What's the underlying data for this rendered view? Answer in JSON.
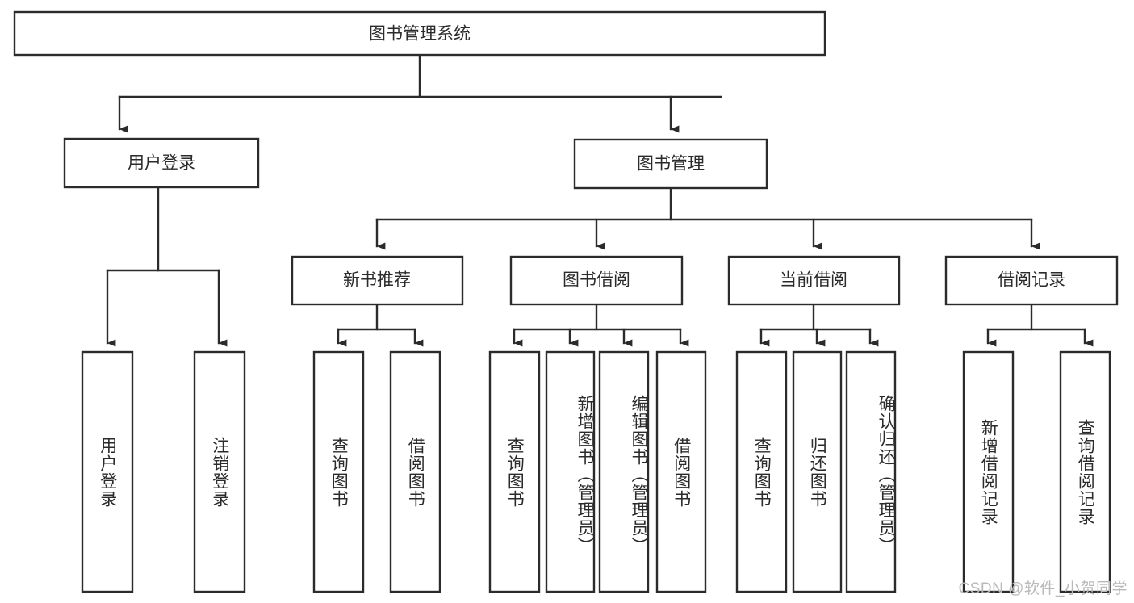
{
  "diagram": {
    "title": "图书管理系统",
    "type": "tree-hierarchy-diagram",
    "colors": {
      "stroke": "#2b2b2b",
      "fill": "#ffffff",
      "background": "#ffffff",
      "watermark": "#b9b9b9"
    },
    "root": {
      "id": "root",
      "label": "图书管理系统",
      "orientation": "horizontal"
    },
    "level1": [
      {
        "id": "user-login",
        "label": "用户登录",
        "orientation": "horizontal"
      },
      {
        "id": "book-management",
        "label": "图书管理",
        "orientation": "horizontal"
      }
    ],
    "level2": [
      {
        "id": "new-book-recommend",
        "label": "新书推荐",
        "parent": "book-management",
        "orientation": "horizontal"
      },
      {
        "id": "book-borrow",
        "label": "图书借阅",
        "parent": "book-management",
        "orientation": "horizontal"
      },
      {
        "id": "current-borrow",
        "label": "当前借阅",
        "parent": "book-management",
        "orientation": "horizontal"
      },
      {
        "id": "borrow-record",
        "label": "借阅记录",
        "parent": "book-management",
        "orientation": "horizontal"
      }
    ],
    "leaves": [
      {
        "id": "leaf-user-login",
        "label": "用户登录",
        "parent": "user-login",
        "orientation": "vertical"
      },
      {
        "id": "leaf-logout-login",
        "label": "注销登录",
        "parent": "user-login",
        "orientation": "vertical"
      },
      {
        "id": "leaf-query-book-1",
        "label": "查询图书",
        "parent": "new-book-recommend",
        "orientation": "vertical"
      },
      {
        "id": "leaf-borrow-book-1",
        "label": "借阅图书",
        "parent": "new-book-recommend",
        "orientation": "vertical"
      },
      {
        "id": "leaf-query-book-2",
        "label": "查询图书",
        "parent": "book-borrow",
        "orientation": "vertical"
      },
      {
        "id": "leaf-add-book",
        "label": "新增图书（管理员）",
        "parent": "book-borrow",
        "orientation": "vertical"
      },
      {
        "id": "leaf-edit-book",
        "label": "编辑图书（管理员）",
        "parent": "book-borrow",
        "orientation": "vertical"
      },
      {
        "id": "leaf-borrow-book-2",
        "label": "借阅图书",
        "parent": "book-borrow",
        "orientation": "vertical"
      },
      {
        "id": "leaf-query-book-3",
        "label": "查询图书",
        "parent": "current-borrow",
        "orientation": "vertical"
      },
      {
        "id": "leaf-return-book",
        "label": "归还图书",
        "parent": "current-borrow",
        "orientation": "vertical"
      },
      {
        "id": "leaf-confirm-return",
        "label": "确认归还（管理员）",
        "parent": "current-borrow",
        "orientation": "vertical"
      },
      {
        "id": "leaf-add-record",
        "label": "新增借阅记录",
        "parent": "borrow-record",
        "orientation": "vertical"
      },
      {
        "id": "leaf-query-record",
        "label": "查询借阅记录",
        "parent": "borrow-record",
        "orientation": "vertical"
      }
    ],
    "watermark": "CSDN @软件_小贺同学"
  }
}
